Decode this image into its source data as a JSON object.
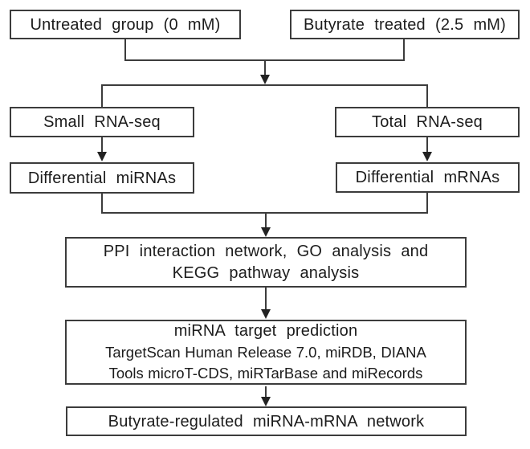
{
  "figure": {
    "type": "flowchart",
    "background_color": "#ffffff",
    "box_border_color": "#3c3c3c",
    "text_color": "#1c1c1c"
  },
  "nodes": {
    "untreated": {
      "label": "Untreated group (0 mM)"
    },
    "butyrate": {
      "label": "Butyrate treated (2.5 mM)"
    },
    "small_rna_seq": {
      "label": "Small RNA-seq"
    },
    "total_rna_seq": {
      "label": "Total RNA-seq"
    },
    "diff_mirnas": {
      "label": "Differential miRNAs"
    },
    "diff_mrnas": {
      "label": "Differential mRNAs"
    },
    "ppi": {
      "line1": "PPI interaction network, GO analysis and",
      "line2": "KEGG pathway analysis"
    },
    "target_prediction": {
      "title": "miRNA target prediction",
      "line2": "TargetScan Human Release 7.0, miRDB, DIANA",
      "line3": "Tools microT-CDS, miRTarBase and miRecords"
    },
    "network": {
      "label": "Butyrate-regulated miRNA-mRNA network"
    }
  },
  "edges": [
    {
      "from": [
        "untreated",
        "butyrate"
      ],
      "to": [
        "small_rna_seq",
        "total_rna_seq"
      ]
    },
    {
      "from": "small_rna_seq",
      "to": "diff_mirnas"
    },
    {
      "from": "total_rna_seq",
      "to": "diff_mrnas"
    },
    {
      "from": [
        "diff_mirnas",
        "diff_mrnas"
      ],
      "to": "ppi"
    },
    {
      "from": "ppi",
      "to": "target_prediction"
    },
    {
      "from": "target_prediction",
      "to": "network"
    }
  ]
}
